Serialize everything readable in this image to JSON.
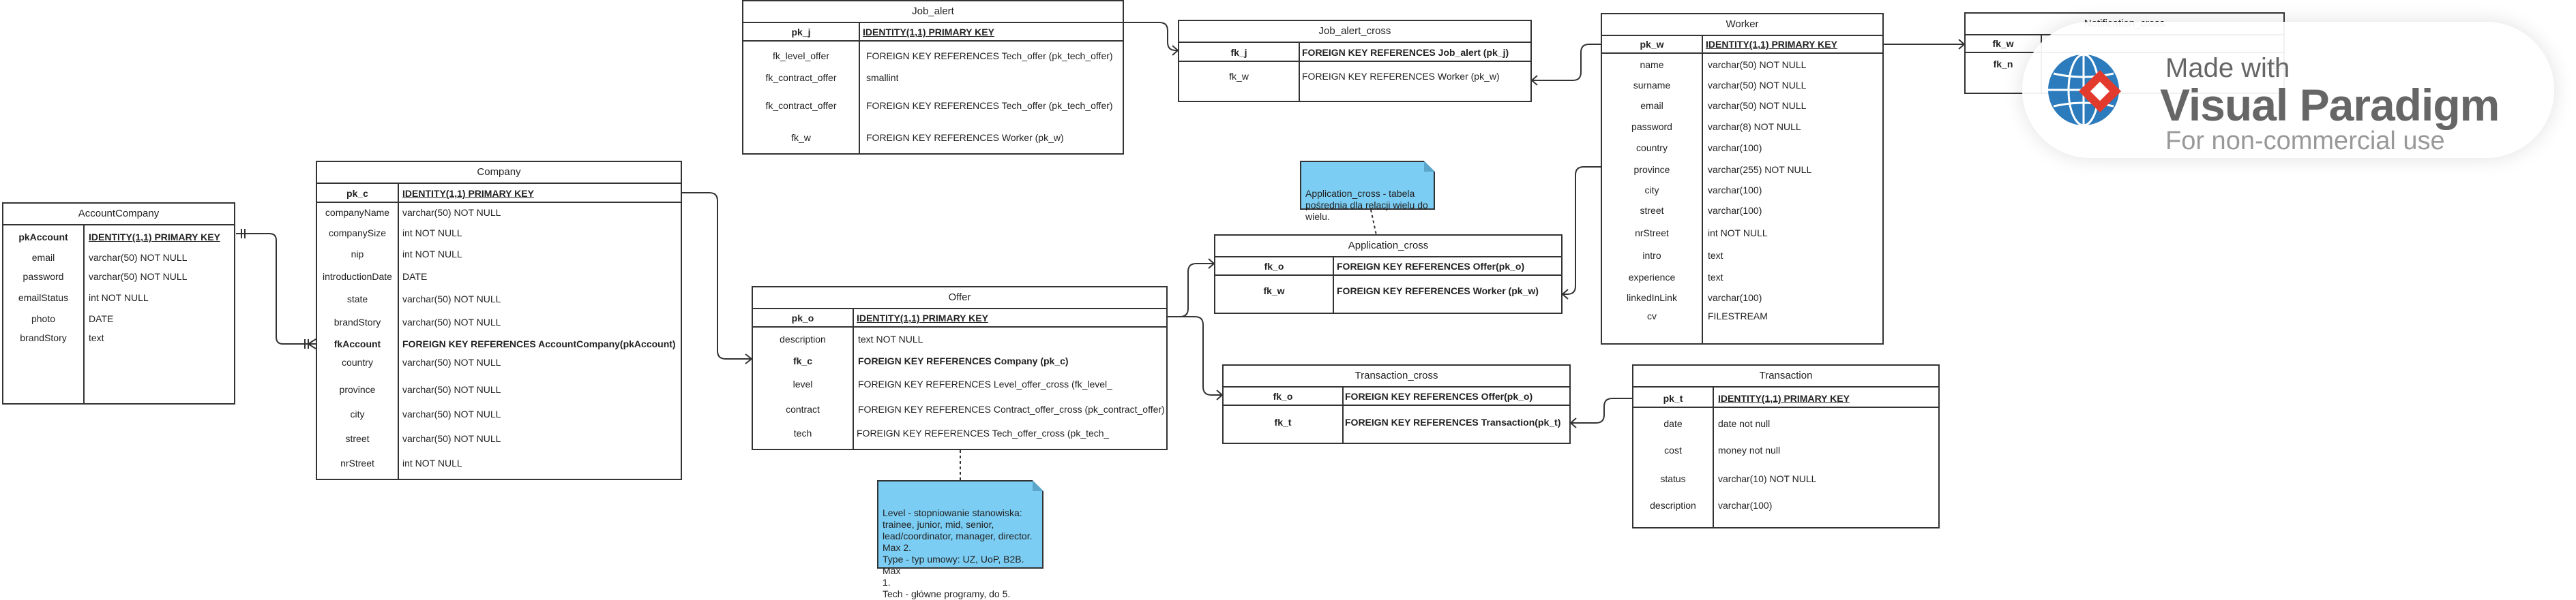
{
  "tables": {
    "account_company": {
      "title": "AccountCompany",
      "rows": [
        {
          "key": "pkAccount",
          "type": "IDENTITY(1,1) PRIMARY KEY"
        },
        {
          "key": "email",
          "type": "varchar(50) NOT NULL"
        },
        {
          "key": "password",
          "type": "varchar(50) NOT NULL"
        },
        {
          "key": "emailStatus",
          "type": "int NOT NULL"
        },
        {
          "key": "photo",
          "type": "DATE"
        },
        {
          "key": "brandStory",
          "type": "text"
        }
      ]
    },
    "company": {
      "title": "Company",
      "rows": [
        {
          "key": "pk_c",
          "type": "IDENTITY(1,1) PRIMARY KEY"
        },
        {
          "key": "companyName",
          "type": "varchar(50) NOT NULL"
        },
        {
          "key": "companySize",
          "type": "int NOT NULL"
        },
        {
          "key": "nip",
          "type": "int NOT NULL"
        },
        {
          "key": "introductionDate",
          "type": "DATE"
        },
        {
          "key": "state",
          "type": "varchar(50) NOT NULL"
        },
        {
          "key": "brandStory",
          "type": "varchar(50) NOT NULL"
        },
        {
          "key": "fkAccount",
          "type": "FOREIGN KEY REFERENCES AccountCompany(pkAccount)"
        },
        {
          "key": "country",
          "type": "varchar(50) NOT NULL"
        },
        {
          "key": "province",
          "type": "varchar(50) NOT NULL"
        },
        {
          "key": "city",
          "type": "varchar(50) NOT NULL"
        },
        {
          "key": "street",
          "type": "varchar(50) NOT NULL"
        },
        {
          "key": "nrStreet",
          "type": "int NOT NULL"
        }
      ]
    },
    "job_alert": {
      "title": "Job_alert",
      "rows": [
        {
          "key": "pk_j",
          "type": "IDENTITY(1,1) PRIMARY KEY"
        },
        {
          "key": "fk_level_offer",
          "type": "FOREIGN KEY REFERENCES Tech_offer (pk_tech_offer)"
        },
        {
          "key": "fk_contract_offer",
          "type": "smallint"
        },
        {
          "key": "fk_contract_offer",
          "type": "FOREIGN KEY REFERENCES Tech_offer (pk_tech_offer)"
        },
        {
          "key": "fk_w",
          "type": "FOREIGN KEY REFERENCES Worker (pk_w)"
        }
      ]
    },
    "job_alert_cross": {
      "title": "Job_alert_cross",
      "rows": [
        {
          "key": "fk_j",
          "type": "FOREIGN KEY REFERENCES Job_alert (pk_j)"
        },
        {
          "key": "fk_w",
          "type": "FOREIGN KEY REFERENCES Worker (pk_w)"
        }
      ]
    },
    "offer": {
      "title": "Offer",
      "rows": [
        {
          "key": "pk_o",
          "type": "IDENTITY(1,1) PRIMARY KEY"
        },
        {
          "key": "description",
          "type": "text NOT NULL"
        },
        {
          "key": "fk_c",
          "type": "FOREIGN KEY REFERENCES Company (pk_c)"
        },
        {
          "key": "level",
          "type": "FOREIGN KEY REFERENCES Level_offer_cross (fk_level_"
        },
        {
          "key": "contract",
          "type": "FOREIGN KEY REFERENCES Contract_offer_cross (pk_contract_offer)"
        },
        {
          "key": "tech",
          "type": "FOREIGN KEY REFERENCES Tech_offer_cross (pk_tech_"
        }
      ]
    },
    "application_cross": {
      "title": "Application_cross",
      "rows": [
        {
          "key": "fk_o",
          "type": "FOREIGN KEY REFERENCES Offer(pk_o)"
        },
        {
          "key": "fk_w",
          "type": "FOREIGN KEY REFERENCES Worker (pk_w)"
        }
      ]
    },
    "transaction_cross": {
      "title": "Transaction_cross",
      "rows": [
        {
          "key": "fk_o",
          "type": "FOREIGN KEY REFERENCES Offer(pk_o)"
        },
        {
          "key": "fk_t",
          "type": "FOREIGN KEY REFERENCES Transaction(pk_t)"
        }
      ]
    },
    "worker": {
      "title": "Worker",
      "rows": [
        {
          "key": "pk_w",
          "type": "IDENTITY(1,1) PRIMARY KEY"
        },
        {
          "key": "name",
          "type": "varchar(50) NOT NULL"
        },
        {
          "key": "surname",
          "type": "varchar(50) NOT NULL"
        },
        {
          "key": "email",
          "type": "varchar(50) NOT NULL"
        },
        {
          "key": "password",
          "type": "varchar(8) NOT NULL"
        },
        {
          "key": "country",
          "type": "varchar(100)"
        },
        {
          "key": "province",
          "type": "varchar(255) NOT NULL"
        },
        {
          "key": "city",
          "type": "varchar(100)"
        },
        {
          "key": "street",
          "type": "varchar(100)"
        },
        {
          "key": "nrStreet",
          "type": "int NOT NULL"
        },
        {
          "key": "intro",
          "type": "text"
        },
        {
          "key": "experience",
          "type": "text"
        },
        {
          "key": "linkedInLink",
          "type": "varchar(100)"
        },
        {
          "key": "cv",
          "type": "FILESTREAM"
        }
      ]
    },
    "transaction": {
      "title": "Transaction",
      "rows": [
        {
          "key": "pk_t",
          "type": "IDENTITY(1,1) PRIMARY KEY"
        },
        {
          "key": "date",
          "type": "date not null"
        },
        {
          "key": "cost",
          "type": "money not null"
        },
        {
          "key": "status",
          "type": "varchar(10) NOT NULL"
        },
        {
          "key": "description",
          "type": "varchar(100)"
        }
      ]
    },
    "notification_cross": {
      "title": "Notification_cross",
      "rows": [
        {
          "key": "fk_w",
          "type": ""
        },
        {
          "key": "fk_n",
          "type": "KEY"
        }
      ]
    }
  },
  "notes": {
    "application_note": "Application_cross - tabela\npośrednia dla relacji wielu do\nwielu.",
    "offer_note": "Level - stopniowanie stanowiska:\ntrainee, junior, mid, senior,\nlead/coordinator, manager, director.\nMax 2.\nType - typ umowy: UZ, UoP, B2B. Max\n1.\nTech - główne programy, do 5."
  },
  "watermark": {
    "line1": "Made with",
    "line2": "Visual Paradigm",
    "line3": "For non-commercial use"
  }
}
